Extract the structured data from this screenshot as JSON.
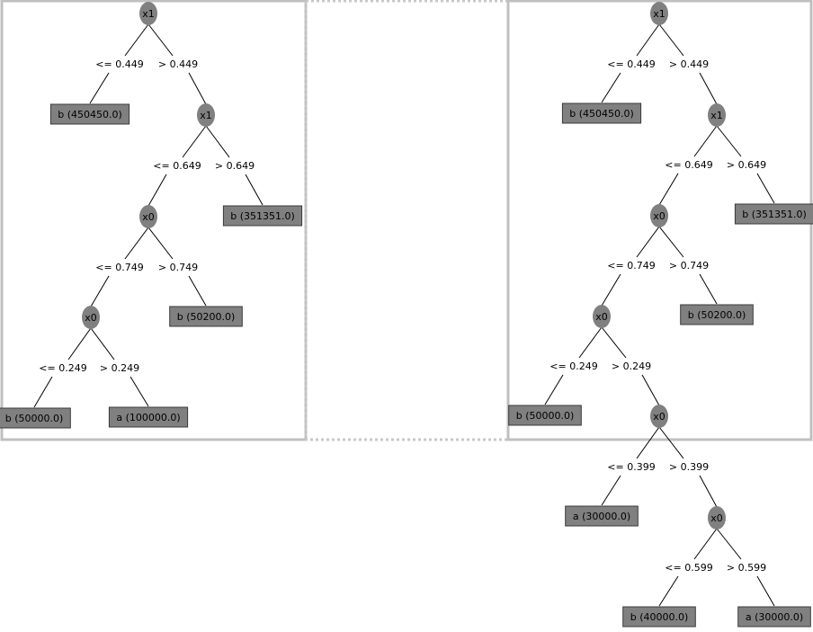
{
  "trees": [
    {
      "id": "left-tree",
      "nodes": [
        {
          "id": "L_n1",
          "label": "x1"
        },
        {
          "id": "L_l1",
          "label": "b (450450.0)",
          "leaf": true
        },
        {
          "id": "L_n2",
          "label": "x1"
        },
        {
          "id": "L_n3",
          "label": "x0"
        },
        {
          "id": "L_l2",
          "label": "b (351351.0)",
          "leaf": true
        },
        {
          "id": "L_n4",
          "label": "x0"
        },
        {
          "id": "L_l3",
          "label": "b (50200.0)",
          "leaf": true
        },
        {
          "id": "L_l4",
          "label": "b (50000.0)",
          "leaf": true
        },
        {
          "id": "L_l5",
          "label": "a (100000.0)",
          "leaf": true
        }
      ],
      "edges": [
        {
          "from": "L_n1",
          "to": "L_l1",
          "label": "<= 0.449"
        },
        {
          "from": "L_n1",
          "to": "L_n2",
          "label": "> 0.449"
        },
        {
          "from": "L_n2",
          "to": "L_n3",
          "label": "<= 0.649"
        },
        {
          "from": "L_n2",
          "to": "L_l2",
          "label": "> 0.649"
        },
        {
          "from": "L_n3",
          "to": "L_n4",
          "label": "<= 0.749"
        },
        {
          "from": "L_n3",
          "to": "L_l3",
          "label": "> 0.749"
        },
        {
          "from": "L_n4",
          "to": "L_l4",
          "label": "<= 0.249"
        },
        {
          "from": "L_n4",
          "to": "L_l5",
          "label": "> 0.249"
        }
      ]
    },
    {
      "id": "right-tree",
      "nodes": [
        {
          "id": "R_n1",
          "label": "x1"
        },
        {
          "id": "R_l1",
          "label": "b (450450.0)",
          "leaf": true
        },
        {
          "id": "R_n2",
          "label": "x1"
        },
        {
          "id": "R_n3",
          "label": "x0"
        },
        {
          "id": "R_l2",
          "label": "b (351351.0)",
          "leaf": true
        },
        {
          "id": "R_n4",
          "label": "x0"
        },
        {
          "id": "R_l3",
          "label": "b (50200.0)",
          "leaf": true
        },
        {
          "id": "R_l4",
          "label": "b (50000.0)",
          "leaf": true
        },
        {
          "id": "R_n5",
          "label": "x0"
        },
        {
          "id": "R_l5",
          "label": "a (30000.0)",
          "leaf": true
        },
        {
          "id": "R_n6",
          "label": "x0"
        },
        {
          "id": "R_l6",
          "label": "b (40000.0)",
          "leaf": true
        },
        {
          "id": "R_l7",
          "label": "a (30000.0)",
          "leaf": true
        }
      ],
      "edges": [
        {
          "from": "R_n1",
          "to": "R_l1",
          "label": "<= 0.449"
        },
        {
          "from": "R_n1",
          "to": "R_n2",
          "label": "> 0.449"
        },
        {
          "from": "R_n2",
          "to": "R_n3",
          "label": "<= 0.649"
        },
        {
          "from": "R_n2",
          "to": "R_l2",
          "label": "> 0.649"
        },
        {
          "from": "R_n3",
          "to": "R_n4",
          "label": "<= 0.749"
        },
        {
          "from": "R_n3",
          "to": "R_l3",
          "label": "> 0.749"
        },
        {
          "from": "R_n4",
          "to": "R_l4",
          "label": "<= 0.249"
        },
        {
          "from": "R_n4",
          "to": "R_n5",
          "label": "> 0.249"
        },
        {
          "from": "R_n5",
          "to": "R_l5",
          "label": "<= 0.399"
        },
        {
          "from": "R_n5",
          "to": "R_n6",
          "label": "> 0.399"
        },
        {
          "from": "R_n6",
          "to": "R_l6",
          "label": "<= 0.599"
        },
        {
          "from": "R_n6",
          "to": "R_l7",
          "label": "> 0.599"
        }
      ]
    }
  ]
}
